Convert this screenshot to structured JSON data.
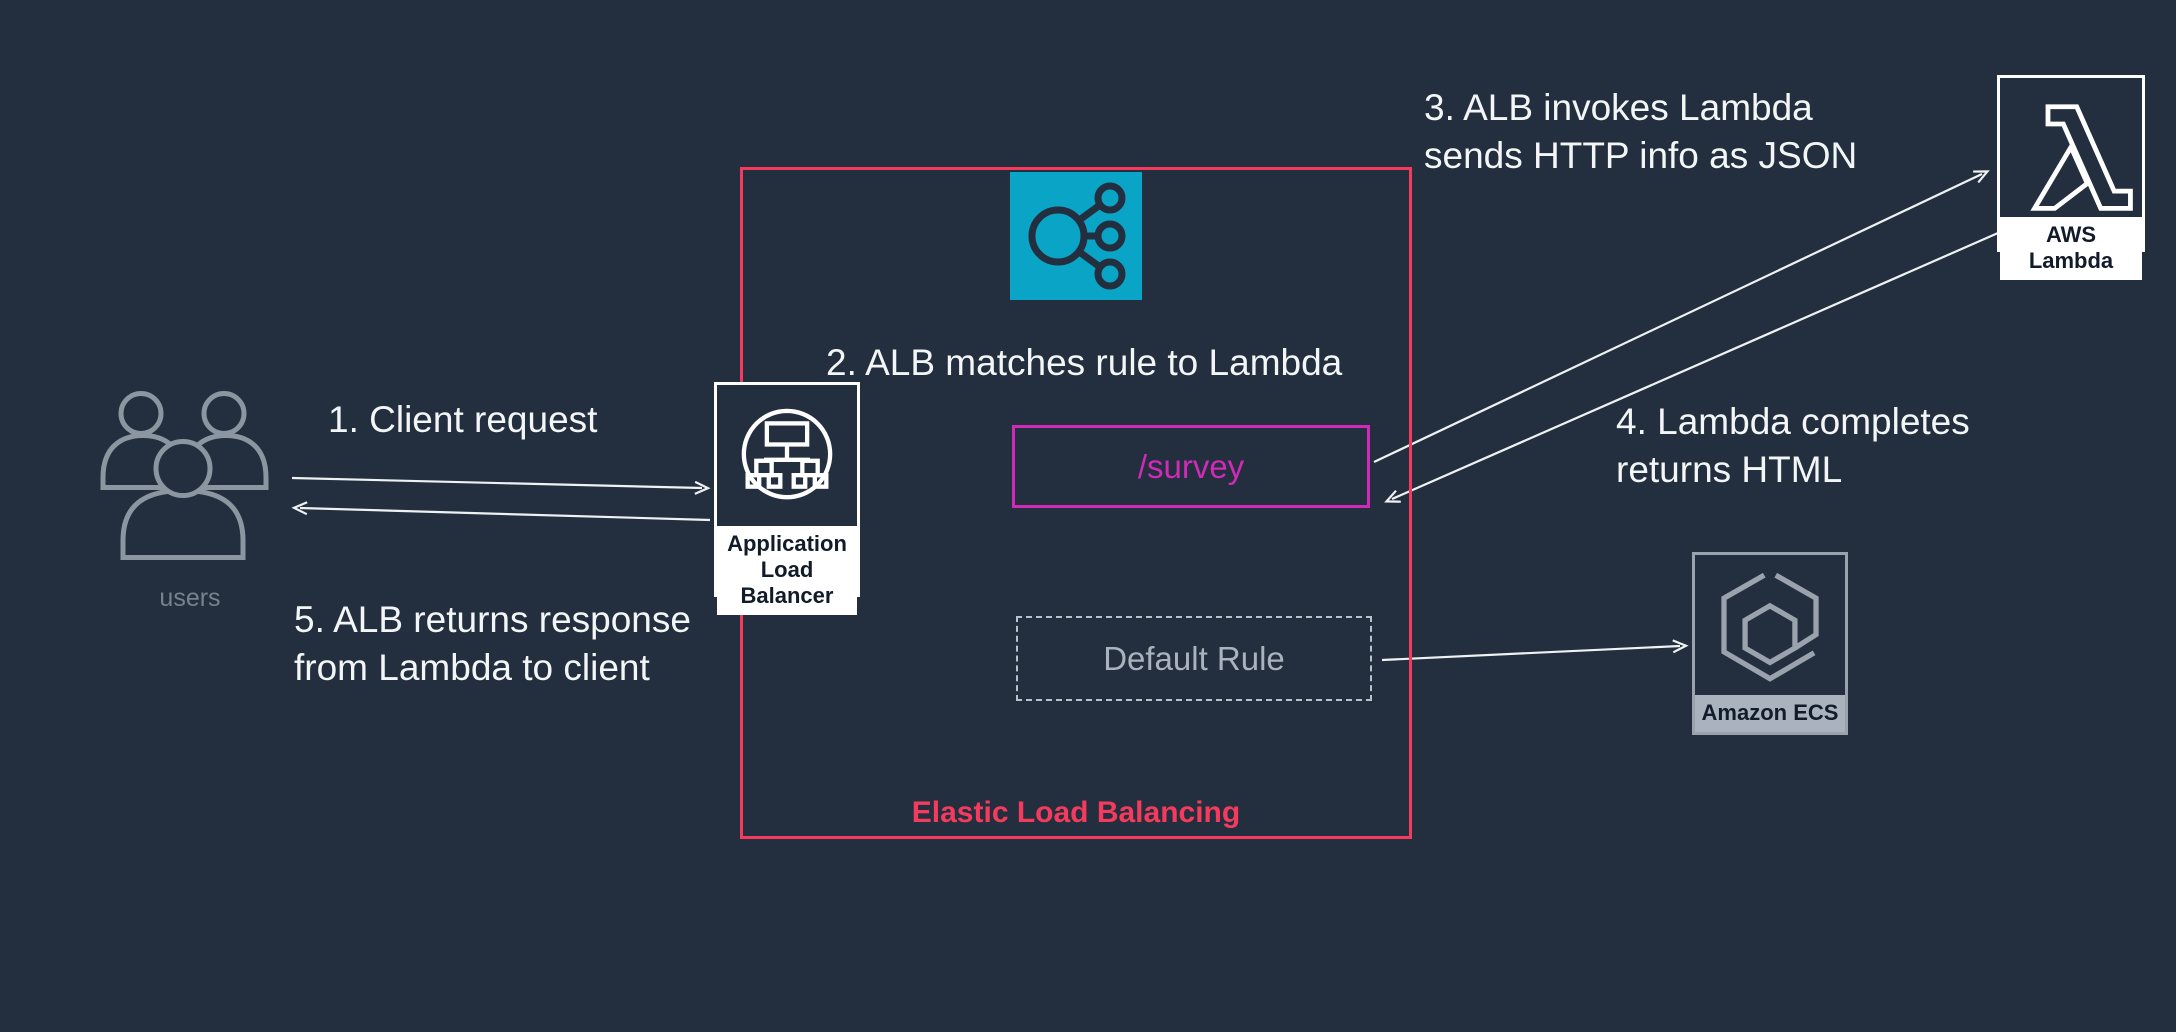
{
  "colors": {
    "background": "#232f3e",
    "text_white": "#f3f6f6",
    "accent_red": "#f43b5d",
    "accent_magenta": "#d02ab8",
    "accent_teal": "#09a4c6",
    "muted_gray": "#8b96a1",
    "rule_gray": "#aab3bd",
    "ecs_gray": "#9aa3ad"
  },
  "actors": {
    "users": {
      "label": "users"
    },
    "alb": {
      "label": "Application\nLoad Balancer"
    },
    "lambda": {
      "label": "AWS Lambda"
    },
    "ecs": {
      "label": "Amazon ECS"
    }
  },
  "elb_container": {
    "label": "Elastic Load Balancing"
  },
  "rules": {
    "survey": {
      "label": "/survey"
    },
    "default_rule": {
      "label": "Default Rule"
    }
  },
  "steps": [
    {
      "text": "1. Client request"
    },
    {
      "text": "2. ALB matches rule to Lambda"
    },
    {
      "text": "3. ALB invokes Lambda\nsends HTTP info as JSON"
    },
    {
      "text": "4. Lambda completes\nreturns HTML"
    },
    {
      "text": "5. ALB returns response\nfrom Lambda to client"
    }
  ]
}
